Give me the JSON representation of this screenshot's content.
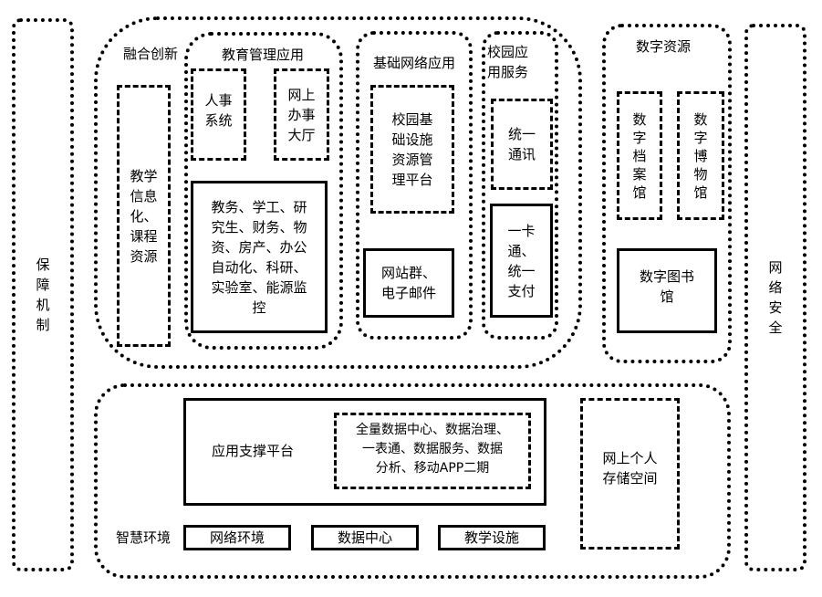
{
  "diagram": {
    "left_pillar": {
      "label": "保\n障\n机\n制"
    },
    "right_pillar": {
      "label": "网\n络\n安\n全"
    },
    "fusion_innovation": {
      "title": "融合创新",
      "teaching_resources": "教学\n信息\n化、\n课程\n资源"
    },
    "education_management": {
      "title": "教育管理应用",
      "hr_system": "人事\n系统",
      "online_hall": "网上\n办事\n大厅",
      "business_systems": "教务、学工、研\n究生、财务、物\n资、房产、办公\n自动化、科研、\n实验室、能源监\n控"
    },
    "basic_network": {
      "title": "基础网络应用",
      "infrastructure_platform": "校园基\n础设施\n资源管\n理平台",
      "web_email": "网站群、\n电子邮件"
    },
    "campus_services": {
      "title": "校园应\n用服务",
      "unified_comm": "统一\n通讯",
      "card_payment": "一卡\n通、\n统一\n支付"
    },
    "digital_resources": {
      "title": "数字资源",
      "digital_archive": "数\n字\n档\n案\n馆",
      "digital_museum": "数\n字\n博\n物\n馆",
      "digital_library": "数字图书\n馆"
    },
    "smart_environment": {
      "support_platform": "应用支撑平台",
      "data_services": "全量数据中心、数据治理、\n一表通、数据服务、数据\n分析、移动APP二期",
      "label": "智慧环境",
      "network_env": "网络环境",
      "data_center": "数据中心",
      "teaching_facilities": "教学设施",
      "personal_storage": "网上个人\n存储空间"
    }
  }
}
